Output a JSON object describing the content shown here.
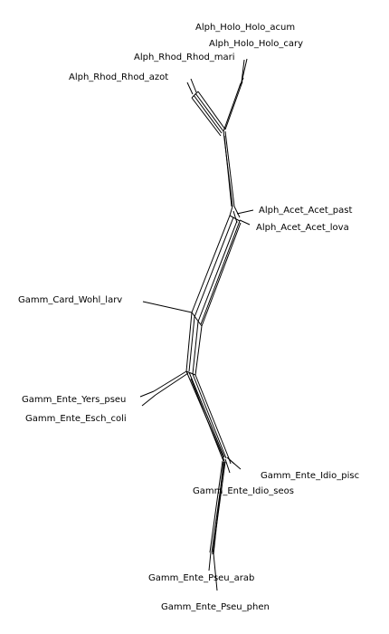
{
  "labels": {
    "holo_acum": "Alph_Holo_Holo_acum",
    "holo_cary": "Alph_Holo_Holo_cary",
    "rhod_mari": "Alph_Rhod_Rhod_mari",
    "rhod_azot": "Alph_Rhod_Rhod_azot",
    "acet_past": "Alph_Acet_Acet_past",
    "acet_lova": "Alph_Acet_Acet_lova",
    "wohl_larv": "Gamm_Card_Wohl_larv",
    "yers_pseu": "Gamm_Ente_Yers_pseu",
    "esch_coli": "Gamm_Ente_Esch_coli",
    "idio_pisc": "Gamm_Ente_Idio_pisc",
    "idio_seos": "Gamm_Ente_Idio_seos",
    "pseu_arab": "Gamm_Ente_Pseu_arab",
    "pseu_phen": "Gamm_Ente_Pseu_phen"
  },
  "colors": {
    "edges": "#000000",
    "background": "#ffffff"
  }
}
